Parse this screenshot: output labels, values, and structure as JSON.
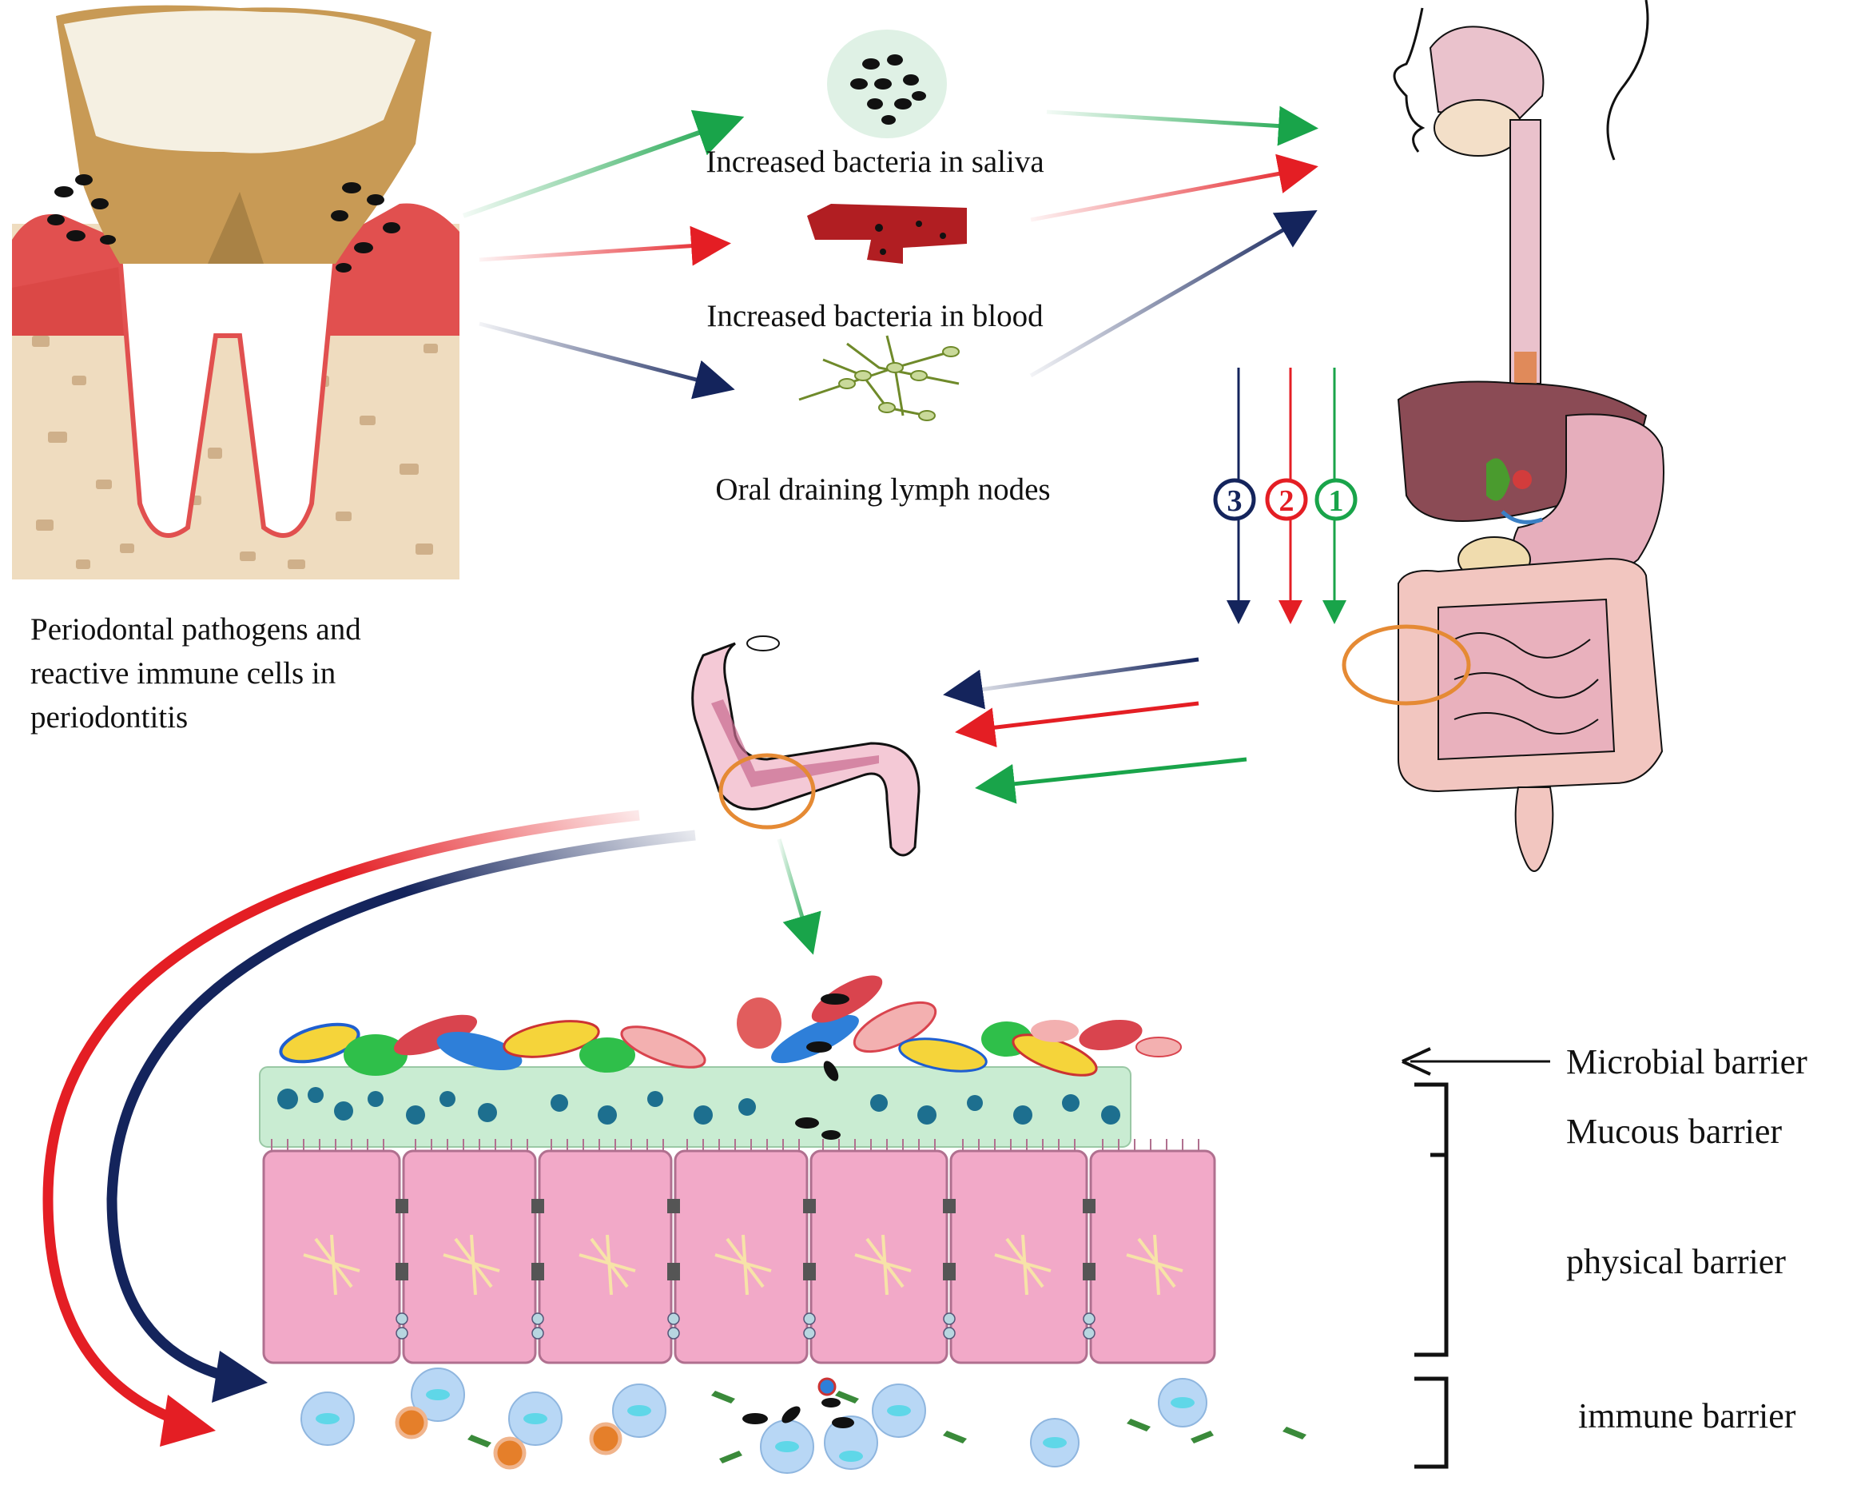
{
  "labels": {
    "saliva": "Increased bacteria in saliva",
    "blood": "Increased bacteria in blood",
    "lymph": "Oral draining lymph nodes",
    "caption_line1": "Periodontal  pathogens and",
    "caption_line2": "reactive immune cells in",
    "caption_line3": "periodontitis"
  },
  "routes": [
    {
      "number": "3",
      "color": "#14245c"
    },
    {
      "number": "2",
      "color": "#e41e24"
    },
    {
      "number": "1",
      "color": "#19a44a"
    }
  ],
  "barriers": {
    "microbial": "Microbial barrier",
    "mucous": "Mucous barrier",
    "physical": "physical barrier",
    "immune": "immune barrier"
  },
  "colors": {
    "saliva_arrow": "#19a44a",
    "blood_arrow": "#e41e24",
    "lymph_arrow": "#14245c",
    "gum": "#e1504f",
    "bone": "#efdcbf",
    "tooth": "#c89a55",
    "mucus": "#c9ecd2",
    "epithelium": "#f2a9c8"
  }
}
